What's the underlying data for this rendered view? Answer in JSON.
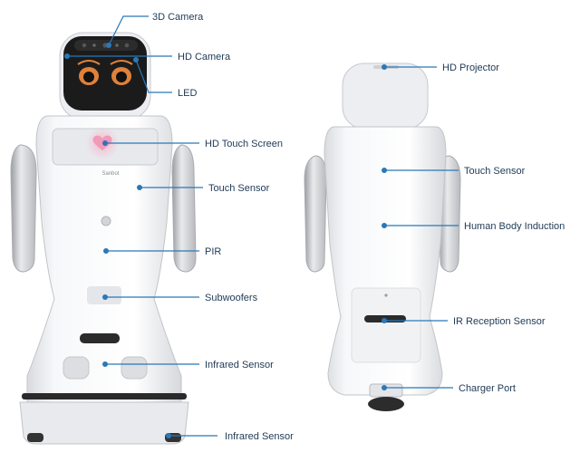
{
  "callouts_front": [
    {
      "id": "3d-camera",
      "label": "3D Camera"
    },
    {
      "id": "hd-camera",
      "label": "HD Camera"
    },
    {
      "id": "led",
      "label": "LED"
    },
    {
      "id": "hd-touch-screen",
      "label": "HD Touch Screen"
    },
    {
      "id": "touch-sensor-front",
      "label": "Touch Sensor"
    },
    {
      "id": "pir",
      "label": "PIR"
    },
    {
      "id": "subwoofers",
      "label": "Subwoofers"
    },
    {
      "id": "infrared-sensor-upper",
      "label": "Infrared Sensor"
    },
    {
      "id": "infrared-sensor-lower",
      "label": "Infrared Sensor"
    }
  ],
  "callouts_back": [
    {
      "id": "hd-projector",
      "label": "HD Projector"
    },
    {
      "id": "touch-sensor-back",
      "label": "Touch Sensor"
    },
    {
      "id": "human-body-induction",
      "label": "Human Body Induction"
    },
    {
      "id": "ir-reception-sensor",
      "label": "IR Reception Sensor"
    },
    {
      "id": "charger-port",
      "label": "Charger Port"
    }
  ],
  "brand_mark": "Sanbot",
  "colors": {
    "leader": "#2a78b8",
    "label": "#1f3a55",
    "body": "#f4f5f7",
    "face_screen": "#1b1b1b",
    "eyes": "#e0813a",
    "heart": "#f29ab8"
  }
}
